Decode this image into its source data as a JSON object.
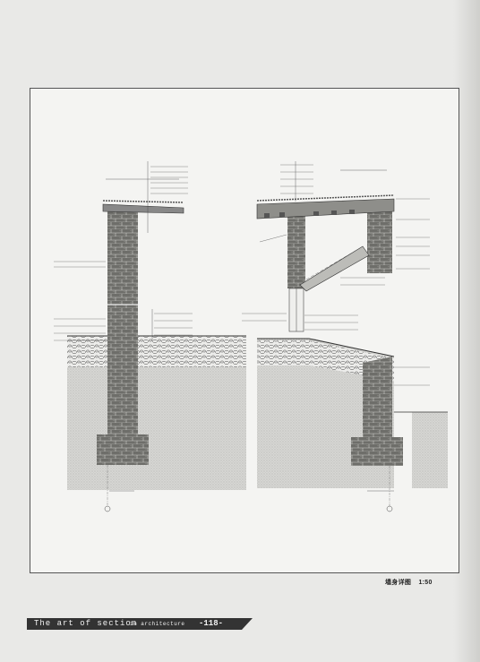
{
  "drawing": {
    "caption_title": "墙身详图",
    "caption_scale": "1:50"
  },
  "footer": {
    "title": "The art of section",
    "subtitle": "in architecture",
    "page_number": "-118-"
  },
  "colors": {
    "paper": "#e9e9e7",
    "frame": "#555555",
    "footer_bar": "#333333"
  }
}
